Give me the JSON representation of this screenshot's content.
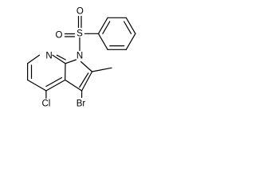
{
  "molecule": {
    "atoms": {
      "n_pyridine": "N",
      "n_pyrrole": "N",
      "sulfur": "S",
      "oxygen_top": "O",
      "oxygen_left": "O",
      "bromine": "Br",
      "chlorine": "Cl"
    }
  }
}
